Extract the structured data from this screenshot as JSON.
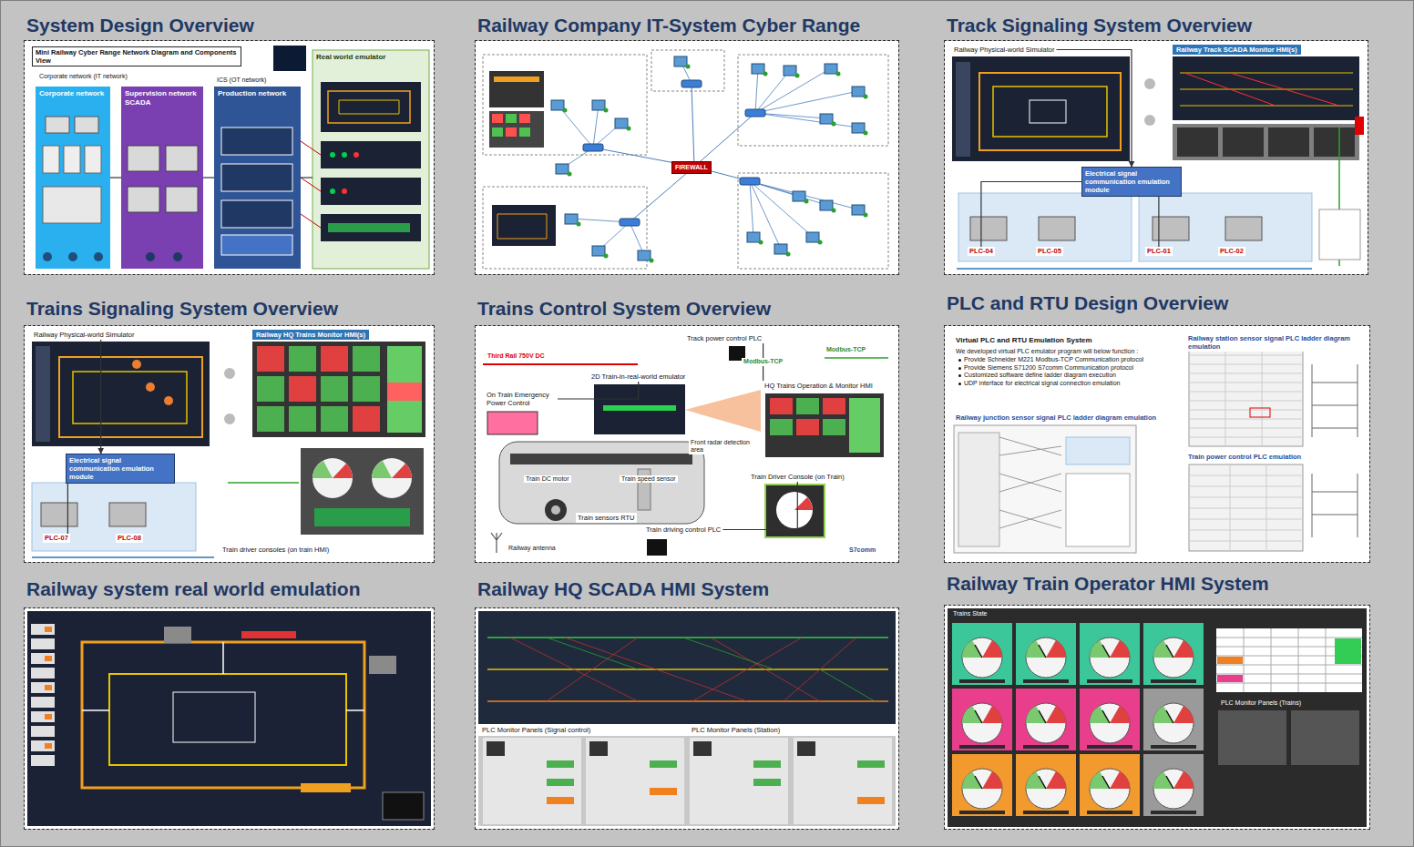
{
  "diagram": {
    "nodes": [
      {
        "text": [
          "System Design Overview"
        ]
      },
      {
        "text": [
          "Mini Railway Cyber Range Network Diagram and Components View"
        ],
        "in": 0
      },
      {
        "text": [
          "Corporate network"
        ],
        "in": 0
      },
      {
        "text": [
          "Supervision network SCADA"
        ],
        "in": 0
      },
      {
        "text": [
          "Production network"
        ],
        "in": 0
      },
      {
        "text": [
          "Real world emulator"
        ],
        "in": 0
      },
      {
        "text": [
          "Railway Company IT-System Cyber Range"
        ]
      },
      {
        "text": [
          "FIREWALL"
        ],
        "in": 6
      },
      {
        "text": [
          "Track Signaling System Overview"
        ]
      },
      {
        "text": [
          "Railway Physical-world Simulator"
        ],
        "in": 8
      },
      {
        "text": [
          "Railway Track SCADA Monitor HMI(s)"
        ],
        "in": 8
      },
      {
        "text": [
          "Electrical signal communication emulation module"
        ],
        "in": 8
      },
      {
        "text": [
          "PLC-04"
        ],
        "in": 8
      },
      {
        "text": [
          "PLC-05"
        ],
        "in": 8
      },
      {
        "text": [
          "PLC-01"
        ],
        "in": 8
      },
      {
        "text": [
          "PLC-02"
        ],
        "in": 8
      },
      {
        "text": [
          "Trains Signaling System Overview"
        ]
      },
      {
        "text": [
          "Railway Physical-world Simulator"
        ],
        "in": 16
      },
      {
        "text": [
          "Railway HQ Trains Monitor HMI(s)"
        ],
        "in": 16
      },
      {
        "text": [
          "Electrical signal communication emulation module"
        ],
        "in": 16
      },
      {
        "text": [
          "PLC-07"
        ],
        "in": 16
      },
      {
        "text": [
          "PLC-08"
        ],
        "in": 16
      },
      {
        "text": [
          "Train driver consoles (on train HMI)"
        ],
        "in": 16
      },
      {
        "text": [
          "Trains Control System Overview"
        ]
      },
      {
        "text": [
          "Track power control PLC"
        ],
        "in": 23
      },
      {
        "text": [
          "2D Train-in-real-world emulator"
        ],
        "in": 23
      },
      {
        "text": [
          "On Train Emergency Power Control"
        ],
        "in": 23
      },
      {
        "text": [
          "HQ Trains Operation & Monitor HMI"
        ],
        "in": 23
      },
      {
        "text": [
          "Train Driver Console (on Train)"
        ],
        "in": 23
      },
      {
        "text": [
          "Train sensors RTU"
        ],
        "in": 23
      },
      {
        "text": [
          "Train driving control PLC"
        ],
        "in": 23
      },
      {
        "text": [
          "PLC and RTU Design Overview"
        ]
      },
      {
        "text": [
          "Virtual PLC and RTU Emulation System",
          "We developed virtual PLC emulator program will below function :",
          "Provide Schneider M221 Modbus-TCP Communication protocol",
          "Provide Siemens S71200 S7comm Communication protocol",
          "Customized software define ladder diagram execution",
          "UDP interface for electrical signal connection emulation"
        ],
        "in": 31
      },
      {
        "text": [
          "Railway station sensor signal PLC ladder diagram emulation"
        ],
        "in": 31
      },
      {
        "text": [
          "Railway junction sensor signal PLC ladder diagram emulation"
        ],
        "in": 31
      },
      {
        "text": [
          "Train power control PLC emulation"
        ],
        "in": 31
      },
      {
        "text": [
          "Railway system real world emulation"
        ]
      },
      {
        "text": [
          "Railway HQ SCADA HMI System"
        ]
      },
      {
        "text": [
          "PLC Monitor Panels (Signal control)"
        ],
        "in": 37
      },
      {
        "text": [
          "PLC Monitor Panels (Station)"
        ],
        "in": 37
      },
      {
        "text": [
          "Railway Train Operator HMI System"
        ]
      }
    ],
    "edges": [
      {
        "from": 2,
        "to": 3,
        "arrow": "none"
      },
      {
        "from": 3,
        "to": 4,
        "arrow": "none"
      },
      {
        "from": 4,
        "to": 5,
        "arrow": "none"
      },
      {
        "from": 9,
        "to": 11,
        "arrow": "to"
      },
      {
        "from": 11,
        "to": 12,
        "arrow": "none"
      },
      {
        "from": 11,
        "to": 14,
        "arrow": "none"
      },
      {
        "from": 17,
        "to": 19,
        "arrow": "to"
      },
      {
        "from": 19,
        "to": 20,
        "arrow": "none"
      },
      {
        "from": 24,
        "to": 27,
        "label": "Modbus-TCP",
        "arrow": "none"
      },
      {
        "from": 26,
        "to": 25,
        "arrow": "none"
      },
      {
        "from": 30,
        "to": 28,
        "arrow": "none"
      }
    ],
    "labels": [
      "Corporate network (IT network)",
      "ICS (OT network)",
      "Third Rail 750V DC",
      "Modbus-TCP",
      "Front radar detection area",
      "Train DC motor",
      "Train speed sensor",
      "Railway antenna",
      "S7comm",
      "Trains State",
      "PLC Monitor Panels (Trains)"
    ]
  }
}
